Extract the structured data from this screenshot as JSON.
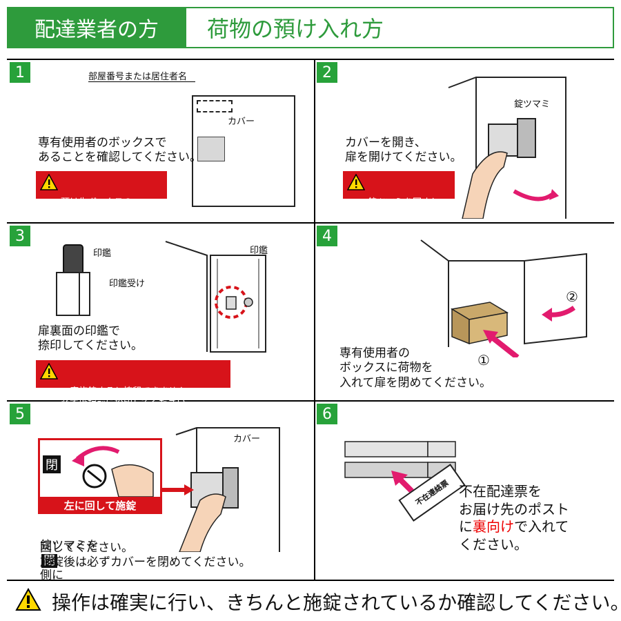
{
  "header": {
    "left": "配達業者の方",
    "right": "荷物の預け入れ方"
  },
  "steps": [
    {
      "num": "1",
      "label_top": "部屋番号または居住者名",
      "label_cover": "カバー",
      "text": "専有使用者のボックスで\nあることを確認してください。",
      "warning": "預け先ボックスの\n間違いに注意"
    },
    {
      "num": "2",
      "label_knob": "錠ツマミ",
      "text": "カバーを開き、\n扉を開けてください。",
      "warning": "錠ツマミを回すと\n施錠されます"
    },
    {
      "num": "3",
      "label_seal": "印鑑",
      "label_holder": "印鑑受け",
      "label_seal2": "印鑑",
      "text": "扉裏面の印鑑で\n捺印してください。",
      "warning": "一度施錠すると捺印できません。\n必ず施錠前に捺印してください。"
    },
    {
      "num": "4",
      "mark1": "①",
      "mark2": "②",
      "text": "専有使用者の\nボックスに荷物を\n入れて扉を閉めてください。"
    },
    {
      "num": "5",
      "close_char": "閉",
      "sticker": "左に回して施錠",
      "label_cover": "カバー",
      "text_a": "錠ツマミを",
      "text_b": "閉",
      "text_c": "側に",
      "text_rest": "回してください。\n施錠後は必ずカバーを閉めてください。"
    },
    {
      "num": "6",
      "slip": "不在連絡票",
      "text_1": "不在配達票を\nお届け先のポスト\nに",
      "text_red": "裏向け",
      "text_2": "で入れて\nください。"
    }
  ],
  "footer": {
    "text": "操作は確実に行い、きちんと施錠されているか確認してください。"
  },
  "colors": {
    "green": "#2e9b3c",
    "red": "#d7131a",
    "pink": "#e21b6e"
  }
}
